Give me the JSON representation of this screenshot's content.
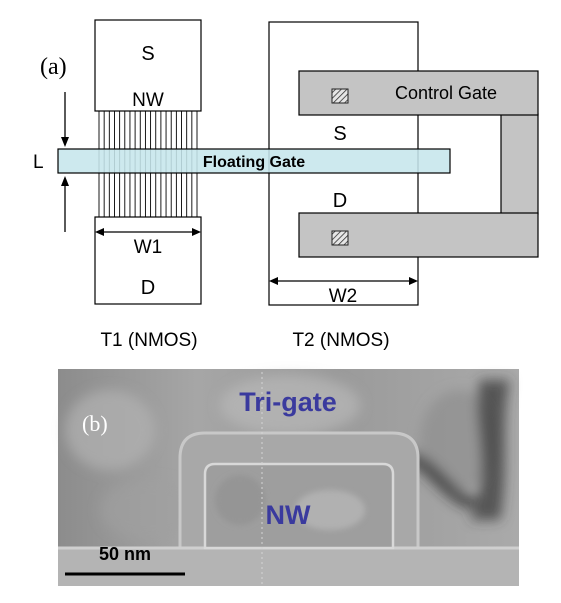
{
  "panel_a": {
    "label": "(a)",
    "t1": {
      "source": "S",
      "nanowire": "NW",
      "drain": "D",
      "width": "W1",
      "caption": "T1 (NMOS)"
    },
    "length": "L",
    "floating_gate": "Floating Gate",
    "t2": {
      "control_gate": "Control Gate",
      "source": "S",
      "drain": "D",
      "width": "W2",
      "caption": "T2 (NMOS)"
    }
  },
  "panel_b": {
    "label": "(b)",
    "tri_gate": "Tri-gate",
    "nanowire": "NW",
    "scale_bar": "50 nm"
  },
  "colors": {
    "floating_gate": "#c6e6ec",
    "control_gate": "#c4c4c4",
    "outline": "#000000",
    "label_blue": "#3a3a9e"
  }
}
